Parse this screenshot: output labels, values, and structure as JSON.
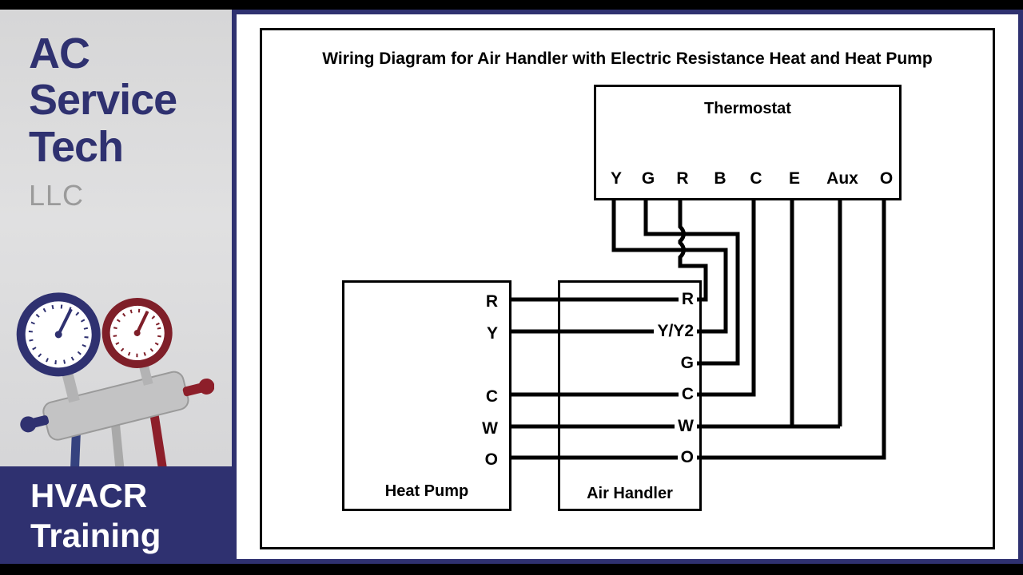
{
  "branding": {
    "line1": "AC",
    "line2": "Service",
    "line3": "Tech",
    "llc": "LLC",
    "footer": {
      "line1": "HVACR",
      "line2": "Training"
    }
  },
  "diagram": {
    "title": "Wiring Diagram for Air Handler with Electric Resistance Heat and Heat Pump",
    "thermostat": {
      "label": "Thermostat",
      "terminals": [
        "Y",
        "G",
        "R",
        "B",
        "C",
        "E",
        "Aux",
        "O"
      ]
    },
    "heat_pump": {
      "label": "Heat Pump",
      "terminals": [
        "R",
        "Y",
        "C",
        "W",
        "O"
      ]
    },
    "air_handler": {
      "label": "Air Handler",
      "terminals": [
        "R",
        "Y/Y2",
        "G",
        "C",
        "W",
        "O"
      ]
    },
    "connections": [
      {
        "wire": "Y",
        "path": "Thermostat Y -> Air Handler Y/Y2 -> Heat Pump Y"
      },
      {
        "wire": "G",
        "path": "Thermostat G -> Air Handler G"
      },
      {
        "wire": "R",
        "path": "Thermostat R -> Air Handler R -> Heat Pump R"
      },
      {
        "wire": "C",
        "path": "Thermostat C -> Air Handler C -> Heat Pump C"
      },
      {
        "wire": "E",
        "path": "Thermostat E -> joins W line at Air Handler W"
      },
      {
        "wire": "Aux",
        "path": "Thermostat Aux -> Air Handler W -> Heat Pump W"
      },
      {
        "wire": "O",
        "path": "Thermostat O -> Air Handler O -> Heat Pump O"
      }
    ]
  },
  "colors": {
    "navy": "#2f3170",
    "llc_gray": "#9b9b9b",
    "wire_black": "#000000",
    "gauge_blue": "#2f3170",
    "gauge_red": "#7f1f29",
    "background_white": "#ffffff"
  }
}
